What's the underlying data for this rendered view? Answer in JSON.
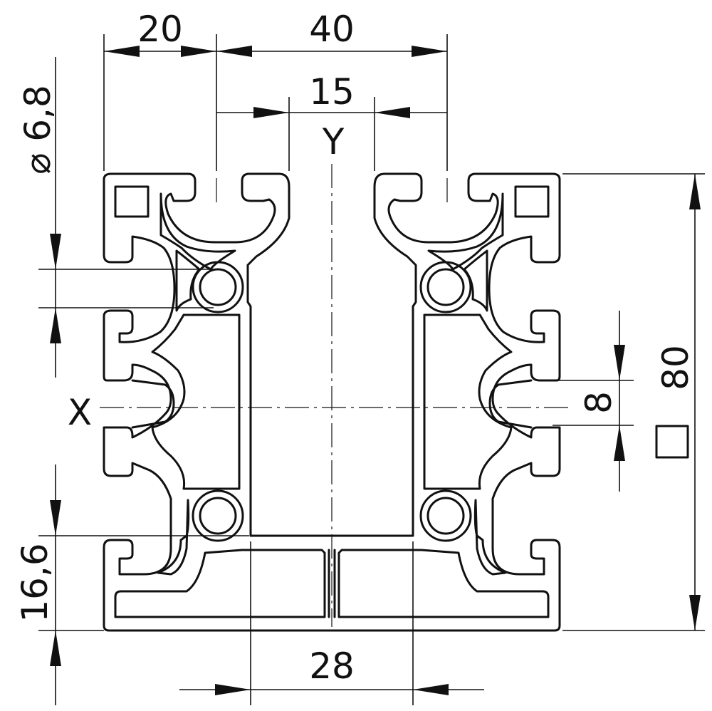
{
  "drawing": {
    "dimensions": {
      "top_left_width": "20",
      "top_pitch": "40",
      "slot_gap": "15",
      "hole_diameter": "⌀ 6,8",
      "slot_width": "8",
      "profile_size": "80",
      "base_height": "16,6",
      "bottom_width": "28"
    },
    "axes": {
      "x": "X",
      "y": "Y"
    },
    "colors": {
      "line": "#111111",
      "background": "#ffffff"
    }
  }
}
